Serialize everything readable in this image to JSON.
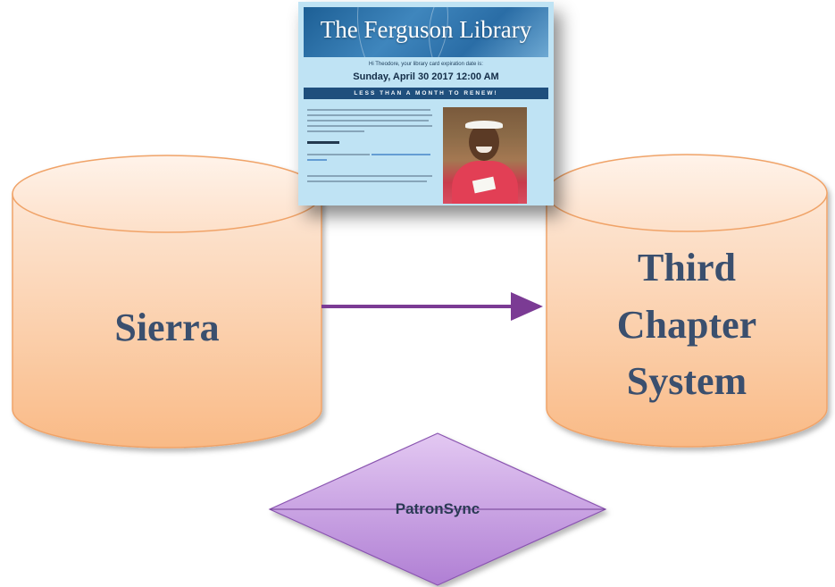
{
  "diagram": {
    "source_db": {
      "label": "Sierra"
    },
    "target_db": {
      "label_lines": [
        "Third",
        "Chapter",
        "System"
      ]
    },
    "sync_process": {
      "label": "PatronSync"
    },
    "colors": {
      "cylinder_fill_top": "#fde7d6",
      "cylinder_fill_bottom": "#f9ba86",
      "cylinder_stroke": "#f0a368",
      "arrow": "#7b3b94",
      "diamond_fill": "#c59be0",
      "diamond_stroke": "#8a55b0",
      "label_text": "#3a4f6e"
    }
  },
  "email": {
    "title": "The Ferguson Library",
    "greeting": "Hi Theodore, your library card expiration date is:",
    "expiration_date": "Sunday, April 30 2017 12:00 AM",
    "banner": "LESS THAN A MONTH TO RENEW!"
  }
}
